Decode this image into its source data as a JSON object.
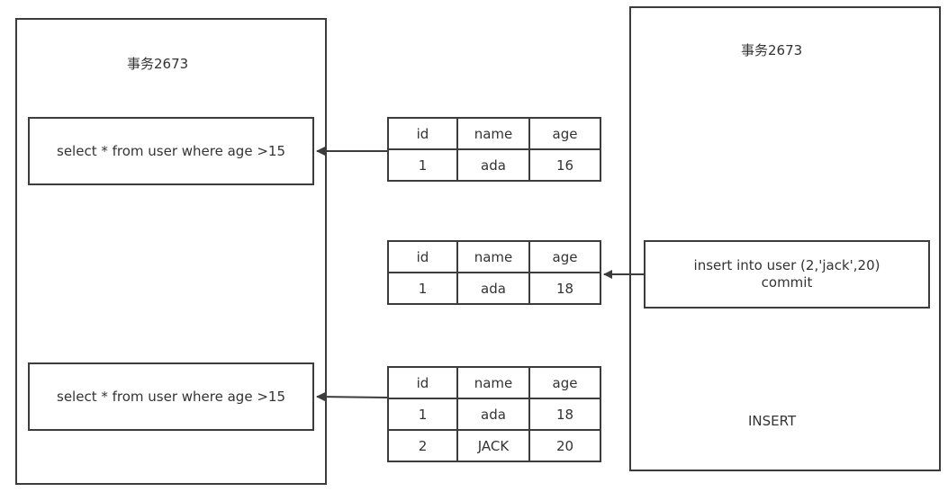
{
  "left_transaction": {
    "title": "事务2673",
    "query1": "select * from user where age >15",
    "query2": "select * from user where age >15"
  },
  "right_transaction": {
    "title": "事务2673",
    "action_line1": "insert into user (2,'jack',20)",
    "action_line2": "commit",
    "footer_label": "INSERT"
  },
  "tables": [
    {
      "headers": [
        "id",
        "name",
        "age"
      ],
      "rows": [
        [
          "1",
          "ada",
          "16"
        ]
      ]
    },
    {
      "headers": [
        "id",
        "name",
        "age"
      ],
      "rows": [
        [
          "1",
          "ada",
          "18"
        ]
      ]
    },
    {
      "headers": [
        "id",
        "name",
        "age"
      ],
      "rows": [
        [
          "1",
          "ada",
          "18"
        ],
        [
          "2",
          "JACK",
          "20"
        ]
      ]
    }
  ],
  "colors": {
    "stroke": "#3c3c3c",
    "text": "#333333"
  }
}
